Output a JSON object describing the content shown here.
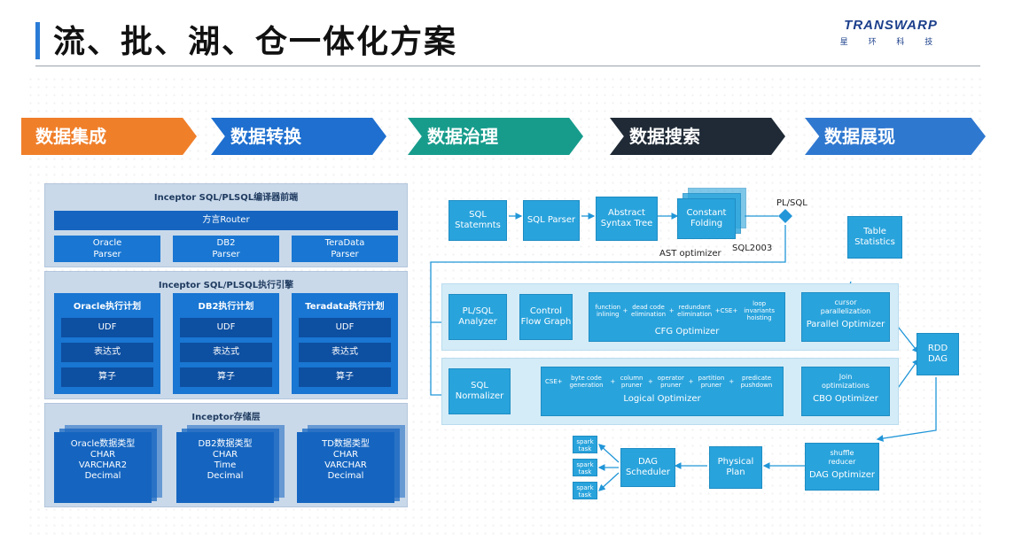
{
  "header": {
    "title": "流、批、湖、仓一体化方案",
    "logo_main": "TRANSWARP",
    "logo_sub": "星 环 科 技"
  },
  "stages": [
    {
      "label": "数据集成",
      "color": "#f07f2a"
    },
    {
      "label": "数据转换",
      "color": "#1e6fcf"
    },
    {
      "label": "数据治理",
      "color": "#179c8c"
    },
    {
      "label": "数据搜索",
      "color": "#1f2a36"
    },
    {
      "label": "数据展现",
      "color": "#2f78d0"
    }
  ],
  "left": {
    "compiler": {
      "title": "Inceptor SQL/PLSQL编译器前端",
      "router": "方言Router",
      "parsers": [
        {
          "l1": "Oracle",
          "l2": "Parser"
        },
        {
          "l1": "DB2",
          "l2": "Parser"
        },
        {
          "l1": "TeraData",
          "l2": "Parser"
        }
      ]
    },
    "engine": {
      "title": "Inceptor SQL/PLSQL执行引擎",
      "plans": [
        {
          "title": "Oracle执行计划",
          "items": [
            "UDF",
            "表达式",
            "算子"
          ]
        },
        {
          "title": "DB2执行计划",
          "items": [
            "UDF",
            "表达式",
            "算子"
          ]
        },
        {
          "title": "Teradata执行计划",
          "items": [
            "UDF",
            "表达式",
            "算子"
          ]
        }
      ]
    },
    "storage": {
      "title": "Inceptor存储层",
      "types": [
        {
          "lines": [
            "Oracle数据类型",
            "CHAR",
            "VARCHAR2",
            "Decimal"
          ]
        },
        {
          "lines": [
            "DB2数据类型",
            "CHAR",
            "Time",
            "Decimal"
          ]
        },
        {
          "lines": [
            "TD数据类型",
            "CHAR",
            "VARCHAR",
            "Decimal"
          ]
        }
      ]
    }
  },
  "right": {
    "top": {
      "sql_statements": "SQL Statemnts",
      "sql_parser": "SQL Parser",
      "ast": "Abstract Syntax Tree",
      "constant_folding": "Constant Folding",
      "ast_optimizer": "AST optimizer",
      "sql2003": "SQL2003",
      "plsql": "PL/SQL",
      "table_statistics": "Table Statistics"
    },
    "row1": {
      "plsql_analyzer": "PL/SQL Analyzer",
      "cfg": "Control Flow Graph",
      "cfg_steps": [
        "function inlining",
        "dead code elimination",
        "redundant elimination",
        "CSE",
        "loop invariants hoisting"
      ],
      "cfg_optimizer": "CFG Optimizer",
      "parallel_top": "cursor parallelization",
      "parallel_optimizer": "Parallel Optimizer"
    },
    "row2": {
      "sql_normalizer": "SQL Normalizer",
      "logical_steps": [
        "CSE",
        "byte code generation",
        "column pruner",
        "operator pruner",
        "partition pruner",
        "predicate pushdown"
      ],
      "logical_optimizer": "Logical Optimizer",
      "cbo_top": "Join optimizations",
      "cbo_optimizer": "CBO Optimizer"
    },
    "rdd_dag": "RDD DAG",
    "bottom": {
      "dag_optimizer_top": "shuffle reducer",
      "dag_optimizer": "DAG Optimizer",
      "physical_plan": "Physical Plan",
      "dag_scheduler": "DAG Scheduler",
      "spark_task": "spark task"
    }
  }
}
